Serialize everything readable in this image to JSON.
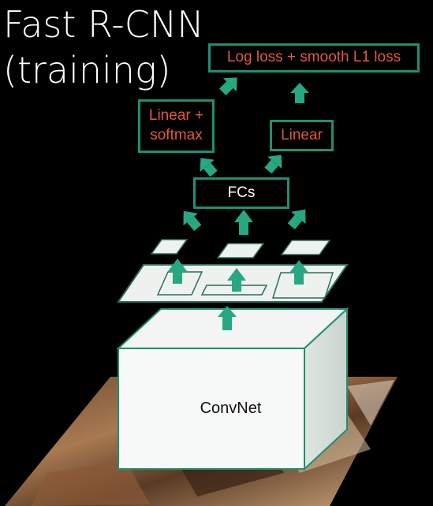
{
  "title": {
    "line1": "Fast R-CNN",
    "line2": "(training)"
  },
  "boxes": {
    "loss": "Log loss + smooth L1 loss",
    "cls_line1": "Linear +",
    "cls_line2": "softmax",
    "reg": "Linear",
    "fcs": "FCs",
    "convnet": "ConvNet"
  },
  "colors": {
    "background": "#000000",
    "accent_green": "#1f8f72",
    "arrow_green": "#27a882",
    "label_red": "#e05a3a",
    "plane_fill": "#eef2ef"
  }
}
